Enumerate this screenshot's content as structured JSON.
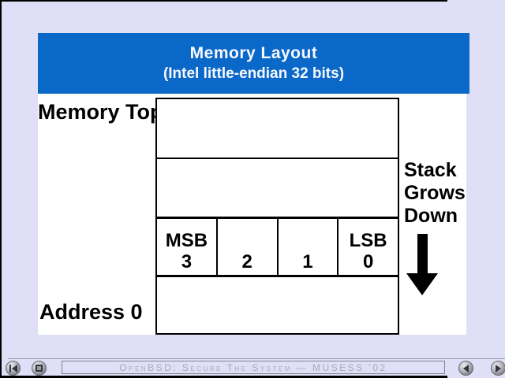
{
  "colors": {
    "background": "#dfe0f7",
    "banner_blue": "#0a68c8",
    "banner_text": "#f8f8ff",
    "slide_background": "#ffffff",
    "diagram_lines": "#000000",
    "status_text": "#a8a8b8"
  },
  "banner": {
    "title": "Memory Layout",
    "subtitle": "(Intel little-endian 32 bits)"
  },
  "diagram": {
    "memory_top_label": "Memory Top",
    "address_zero_label": "Address 0",
    "stack_note": {
      "line1": "Stack",
      "line2": "Grows",
      "line3": "Down"
    },
    "byte_row": [
      {
        "label": "MSB",
        "number": "3"
      },
      {
        "label": "",
        "number": "2"
      },
      {
        "label": "",
        "number": "1"
      },
      {
        "label": "LSB",
        "number": "0"
      }
    ]
  },
  "statusbar": {
    "text": "OpenBSD: Secure The System — MUSESS '02"
  },
  "icons": {
    "stack_arrow": "down-arrow",
    "nav_first": "skip-to-start",
    "nav_stop": "stop-square",
    "nav_prev": "left-triangle",
    "nav_next": "right-triangle"
  }
}
